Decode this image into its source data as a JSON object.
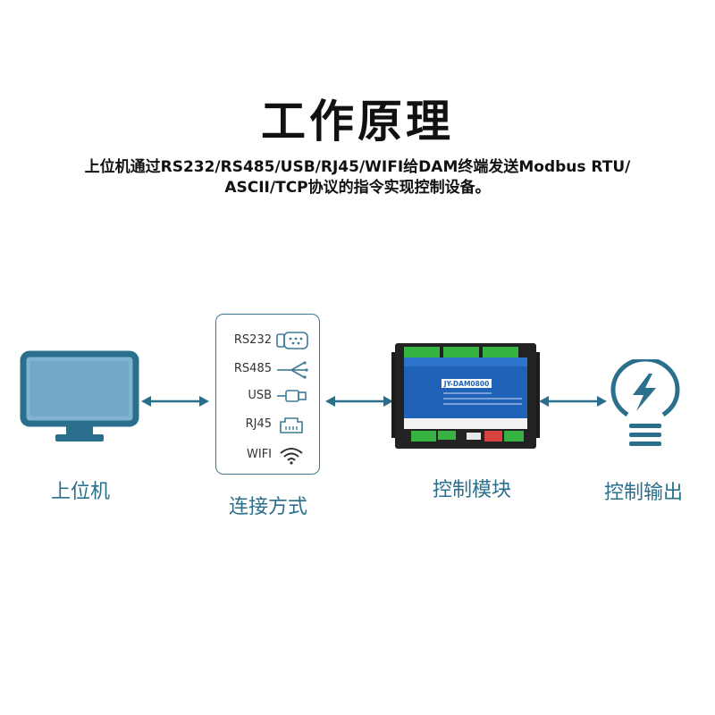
{
  "title": "工作原理",
  "description_line1": "上位机通过RS232/RS485/USB/RJ45/WIFI给DAM终端发送Modbus RTU/",
  "description_line2": "ASCII/TCP协议的指令实现控制设备。",
  "nodes": {
    "host": {
      "label": "上位机",
      "icon": "monitor-icon"
    },
    "connection": {
      "label": "连接方式",
      "items": [
        {
          "label": "RS232",
          "icon": "serial-port-icon"
        },
        {
          "label": "RS485",
          "icon": "rs485-wire-icon"
        },
        {
          "label": "USB",
          "icon": "usb-plug-icon"
        },
        {
          "label": "RJ45",
          "icon": "ethernet-port-icon"
        },
        {
          "label": "WIFI",
          "icon": "wifi-icon"
        }
      ]
    },
    "module": {
      "label": "控制模块",
      "model": "JY-DAM0800"
    },
    "output": {
      "label": "控制输出",
      "icon": "lightning-bulb-icon"
    }
  },
  "colors": {
    "accent": "#2a6f8c",
    "monitor_fill": "#6fa8c7",
    "module_blue": "#1f5fb0",
    "terminal_green": "#2fae3c"
  }
}
